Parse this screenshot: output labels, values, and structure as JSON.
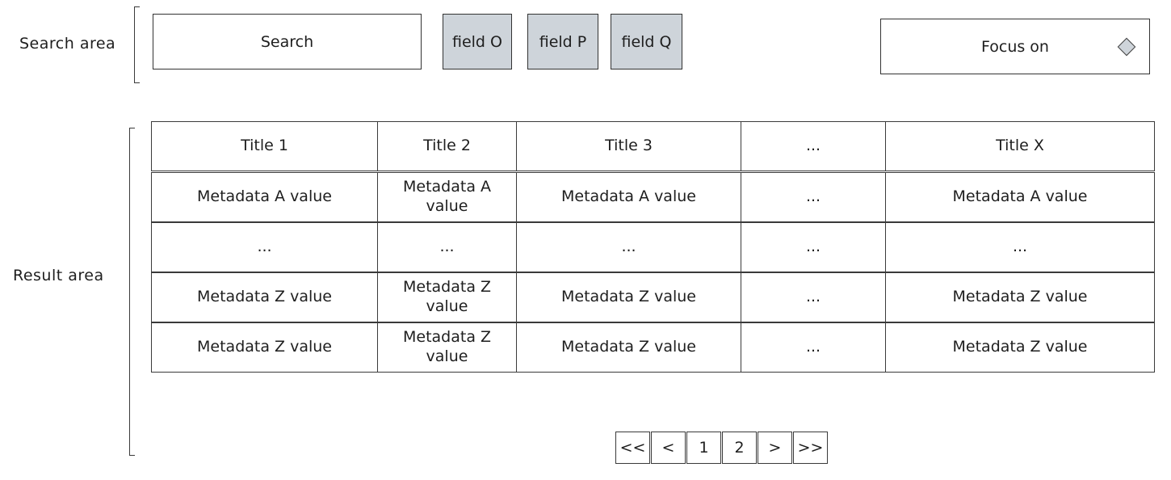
{
  "labels": {
    "search_area": "Search area",
    "result_area": "Result area"
  },
  "search": {
    "placeholder": "Search",
    "fields": [
      "field O",
      "field P",
      "field Q"
    ],
    "focus_label": "Focus on"
  },
  "table": {
    "headers": [
      "Title 1",
      "Title 2",
      "Title 3",
      "...",
      "Title X"
    ],
    "rows": [
      [
        "Metadata A value",
        "Metadata A value",
        "Metadata A value",
        "...",
        "Metadata A value"
      ],
      [
        "...",
        "...",
        "...",
        "...",
        "..."
      ],
      [
        "Metadata Z value",
        "Metadata Z value",
        "Metadata Z value",
        "...",
        "Metadata Z value"
      ],
      [
        "Metadata Z value",
        "Metadata Z value",
        "Metadata Z value",
        "...",
        "Metadata Z value"
      ]
    ]
  },
  "pagination": {
    "first": "<<",
    "prev": "<",
    "pages": [
      "1",
      "2"
    ],
    "next": ">",
    "last": ">>"
  },
  "colors": {
    "field_fill": "#ced4da",
    "stroke": "#333333"
  }
}
